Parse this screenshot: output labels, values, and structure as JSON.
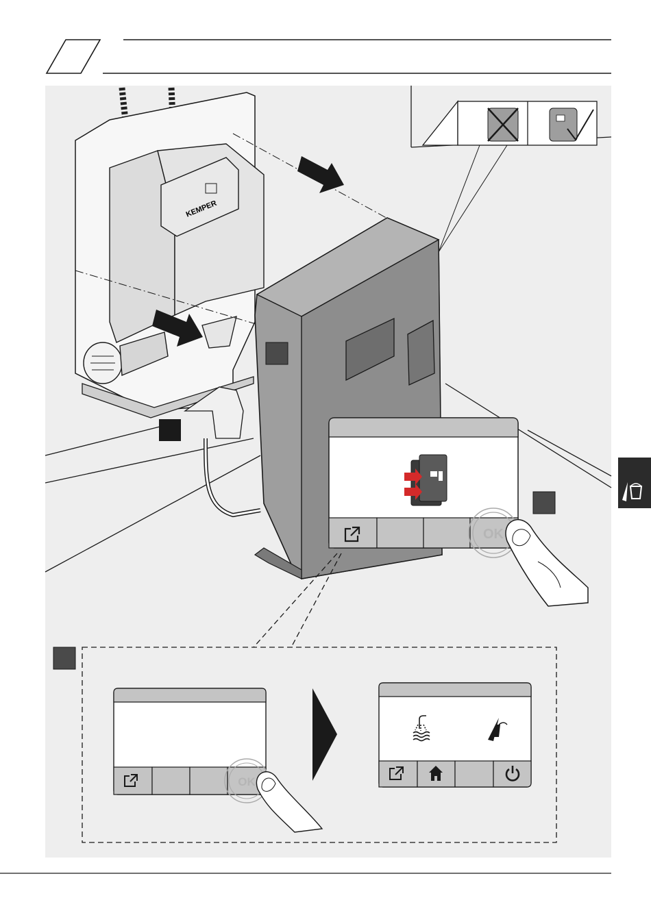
{
  "header": {
    "step_number": "",
    "step_title": ""
  },
  "illustration": {
    "callouts": {
      "a": "",
      "b": "",
      "c": "",
      "d": ""
    },
    "device_brand": "KEMPER",
    "display_large": {
      "buttons": [
        {
          "icon": "exit-icon",
          "label": ""
        },
        {
          "icon": "",
          "label": ""
        },
        {
          "icon": "",
          "label": ""
        },
        {
          "icon": "",
          "label": "OK"
        }
      ]
    },
    "display_before": {
      "buttons": [
        {
          "icon": "exit-icon",
          "label": ""
        },
        {
          "icon": "",
          "label": ""
        },
        {
          "icon": "",
          "label": ""
        },
        {
          "icon": "",
          "label": "OK"
        }
      ]
    },
    "display_after": {
      "content_icons": [
        "shower-icon",
        "cleaning-bucket-icon"
      ],
      "buttons": [
        {
          "icon": "exit-icon",
          "label": ""
        },
        {
          "icon": "home-icon",
          "label": ""
        },
        {
          "icon": "",
          "label": ""
        },
        {
          "icon": "power-icon",
          "label": ""
        }
      ]
    }
  },
  "side_tab": {
    "icon": "cleaning-bucket-icon",
    "color": "#2b2b2b"
  },
  "colors": {
    "accent_red": "#d42a2a",
    "panel_gray": "#eeeeee",
    "callout_fill": "#4a4a4a"
  }
}
